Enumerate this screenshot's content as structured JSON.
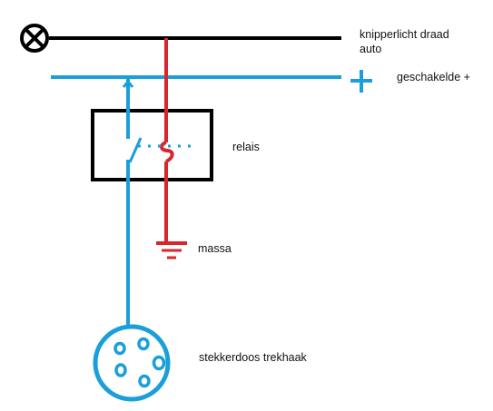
{
  "labels": {
    "knipperlicht_line1": "knipperlicht draad",
    "knipperlicht_line2": "auto",
    "geschakelde_plus": "geschakelde +",
    "relais": "relais",
    "massa": "massa",
    "stekkerdoos": "stekkerdoos trekhaak"
  },
  "colors": {
    "wire_black": "#000000",
    "wire_blue": "#1a9fd8",
    "wire_red": "#d9262c",
    "relay_box": "#000000"
  },
  "icons": [
    "lamp-symbol-icon",
    "plus-symbol-icon",
    "ground-symbol-icon",
    "socket-icon",
    "relay-switch-icon"
  ]
}
